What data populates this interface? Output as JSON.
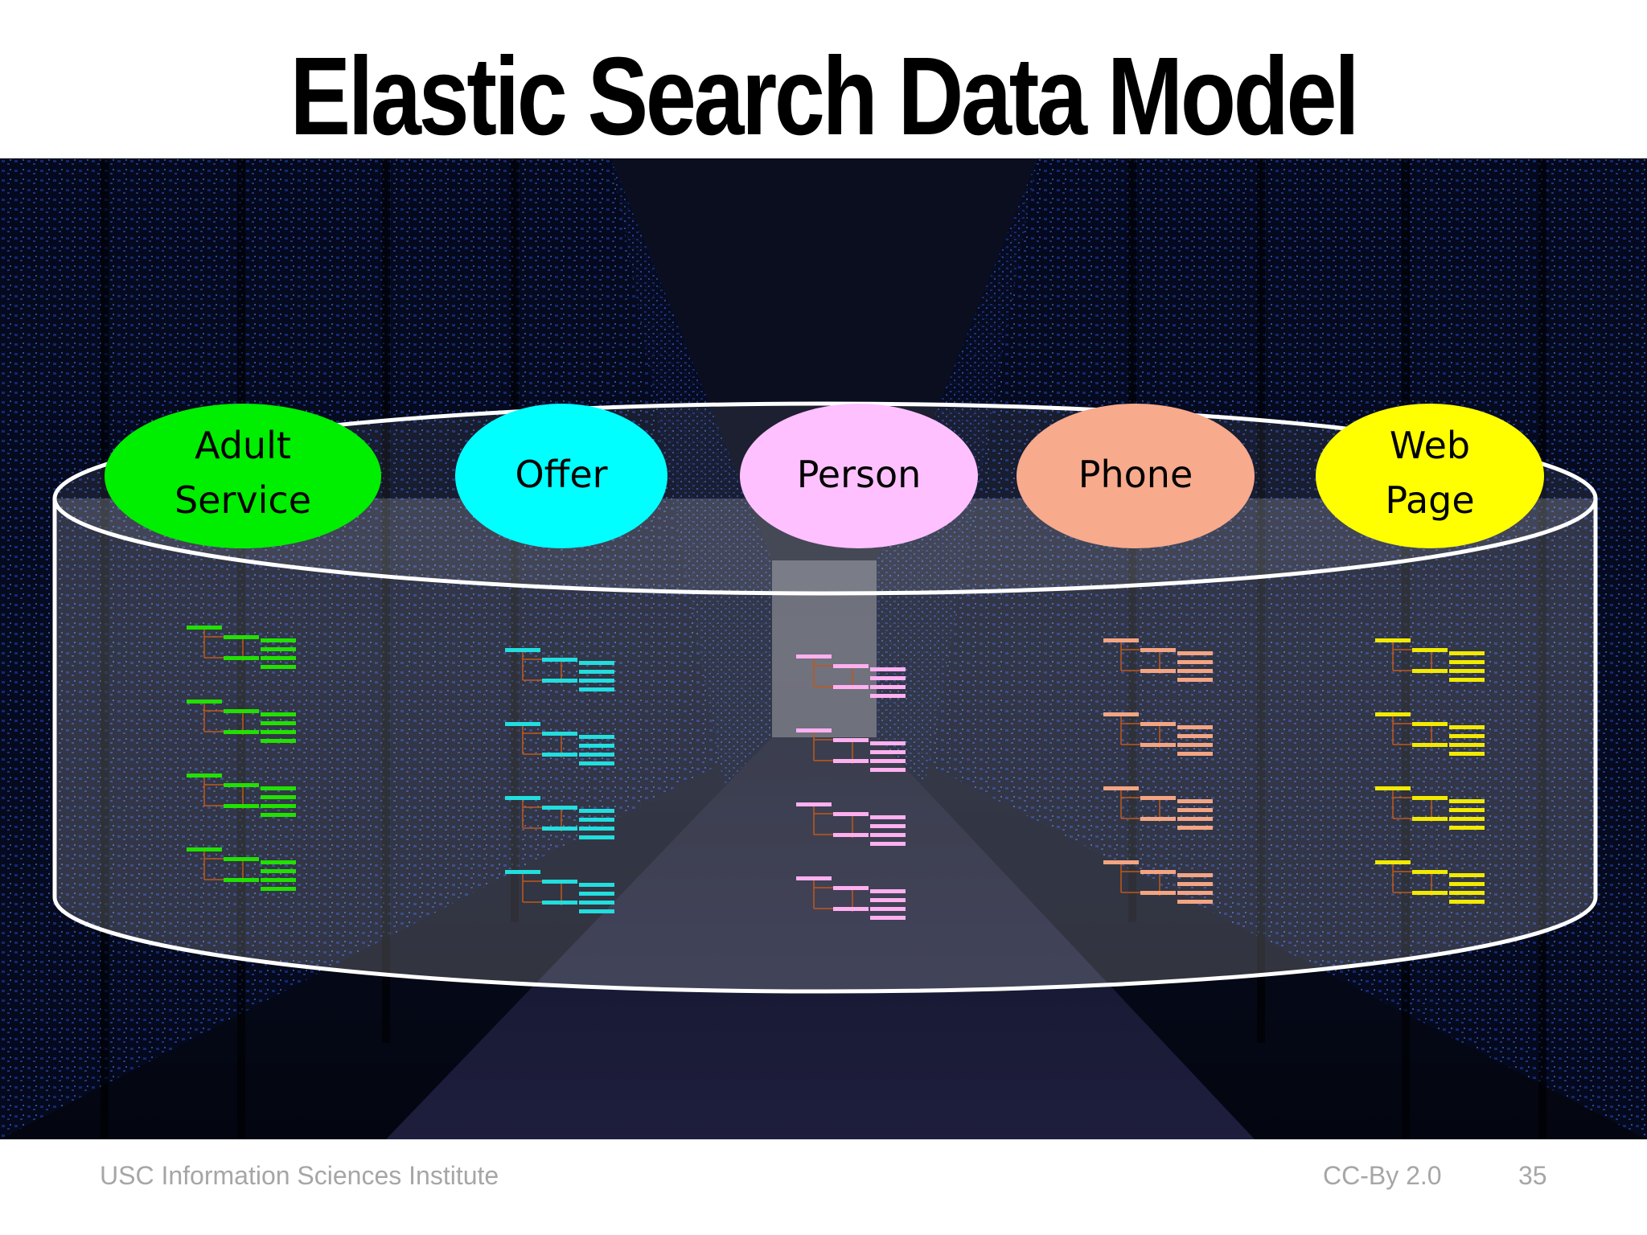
{
  "title": "Elastic Search Data Model",
  "types": [
    {
      "line1": "Adult",
      "line2": "Service",
      "color": "#00ee00",
      "tree_color": "#22e000"
    },
    {
      "line1": "Offer",
      "line2": "",
      "color": "#00ffff",
      "tree_color": "#22dede"
    },
    {
      "line1": "Person",
      "line2": "",
      "color": "#ffc0ff",
      "tree_color": "#ffb0f0"
    },
    {
      "line1": "Phone",
      "line2": "",
      "color": "#f7aa8c",
      "tree_color": "#f3a583"
    },
    {
      "line1": "Web",
      "line2": "Page",
      "color": "#ffff00",
      "tree_color": "#f2ea00"
    }
  ],
  "footer": {
    "organization": "USC Information Sciences Institute",
    "license": "CC-By 2.0",
    "page_number": "35"
  }
}
